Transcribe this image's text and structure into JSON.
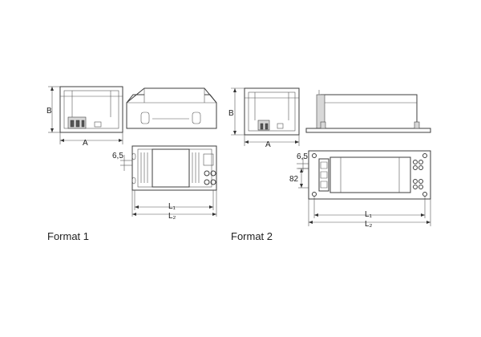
{
  "format1": {
    "caption": "Format 1",
    "dim_b": "B",
    "dim_a": "A",
    "dim_hole": "6,5",
    "dim_l1": "L₁",
    "dim_l2": "L₂"
  },
  "format2": {
    "caption": "Format 2",
    "dim_b": "B",
    "dim_a": "A",
    "dim_hole": "6,5",
    "dim_width": "82",
    "dim_l1": "L₁",
    "dim_l2": "L₂"
  }
}
